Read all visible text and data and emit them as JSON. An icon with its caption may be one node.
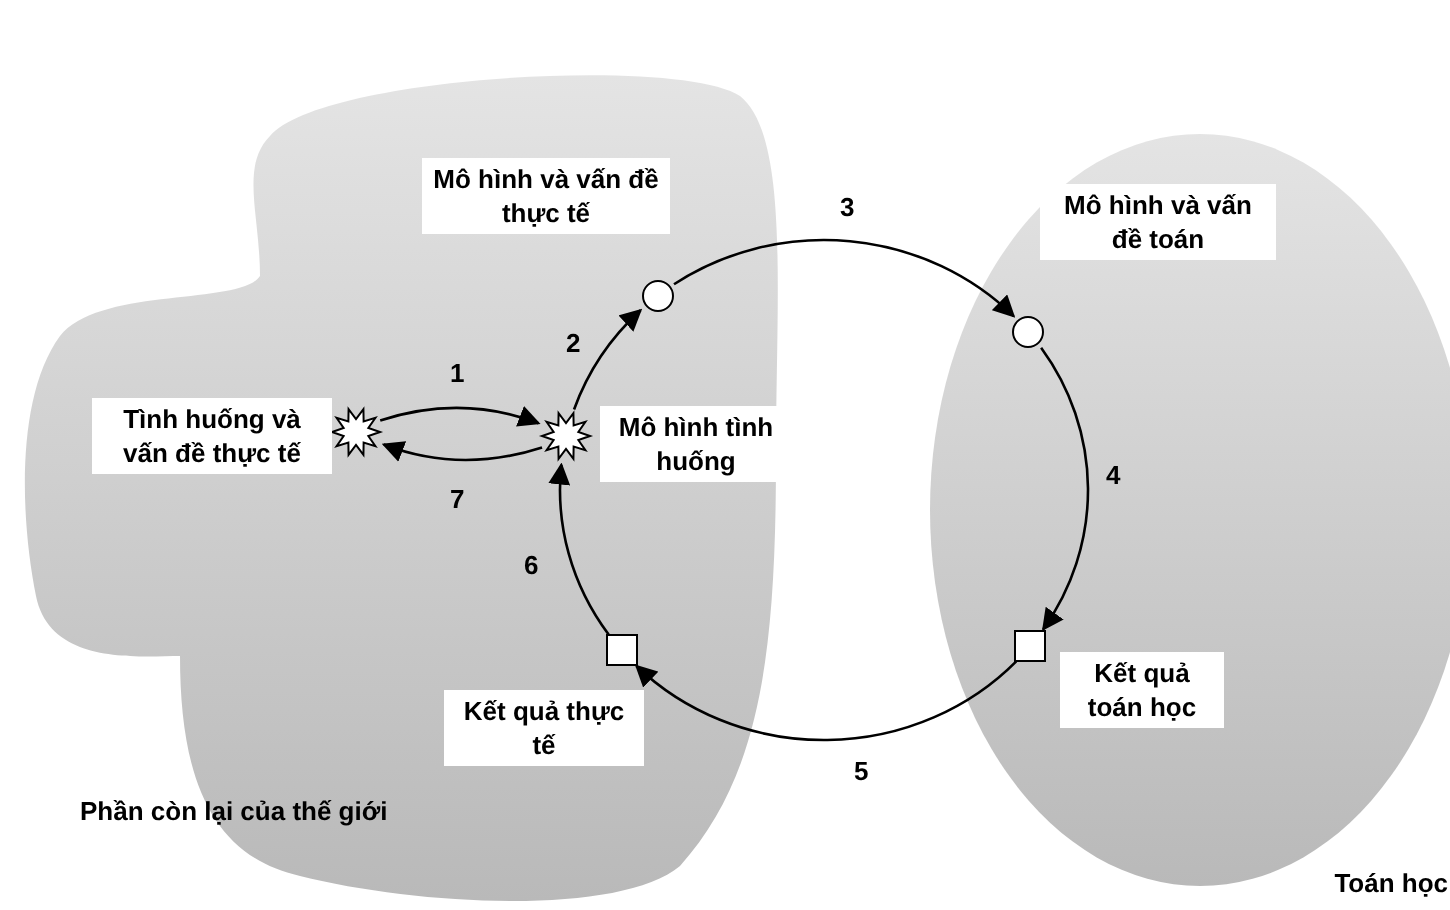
{
  "diagram": {
    "nodes": [
      {
        "text": [
          "Phần còn lại của thế giới"
        ]
      },
      {
        "text": [
          "Toán học"
        ]
      },
      {
        "text": [],
        "shape": "star",
        "beside": [
          "Tình huống và vấn đề thực tế"
        ],
        "in": 0
      },
      {
        "text": [],
        "shape": "star",
        "beside": [
          "Mô hình tình huống"
        ],
        "in": 0
      },
      {
        "text": [],
        "shape": "circle",
        "beside": [
          "Mô hình và vấn đề thực tế"
        ],
        "in": 0
      },
      {
        "text": [],
        "shape": "circle",
        "beside": [
          "Mô hình và vấn đề toán"
        ],
        "in": 1
      },
      {
        "text": [],
        "shape": "box",
        "beside": [
          "Kết quả toán học"
        ],
        "in": 1
      },
      {
        "text": [],
        "shape": "box",
        "beside": [
          "Kết quả thực tế"
        ],
        "in": 0
      }
    ],
    "edges": [
      {
        "from": 2,
        "to": 3,
        "arrow": "to",
        "label": "1"
      },
      {
        "from": 3,
        "to": 2,
        "arrow": "to",
        "label": "7"
      },
      {
        "from": 3,
        "to": 4,
        "arrow": "to",
        "label": "2"
      },
      {
        "from": 4,
        "to": 5,
        "arrow": "to",
        "label": "3"
      },
      {
        "from": 5,
        "to": 6,
        "arrow": "to",
        "label": "4"
      },
      {
        "from": 6,
        "to": 7,
        "arrow": "to",
        "label": "5"
      },
      {
        "from": 7,
        "to": 3,
        "arrow": "to",
        "label": "6"
      }
    ]
  }
}
